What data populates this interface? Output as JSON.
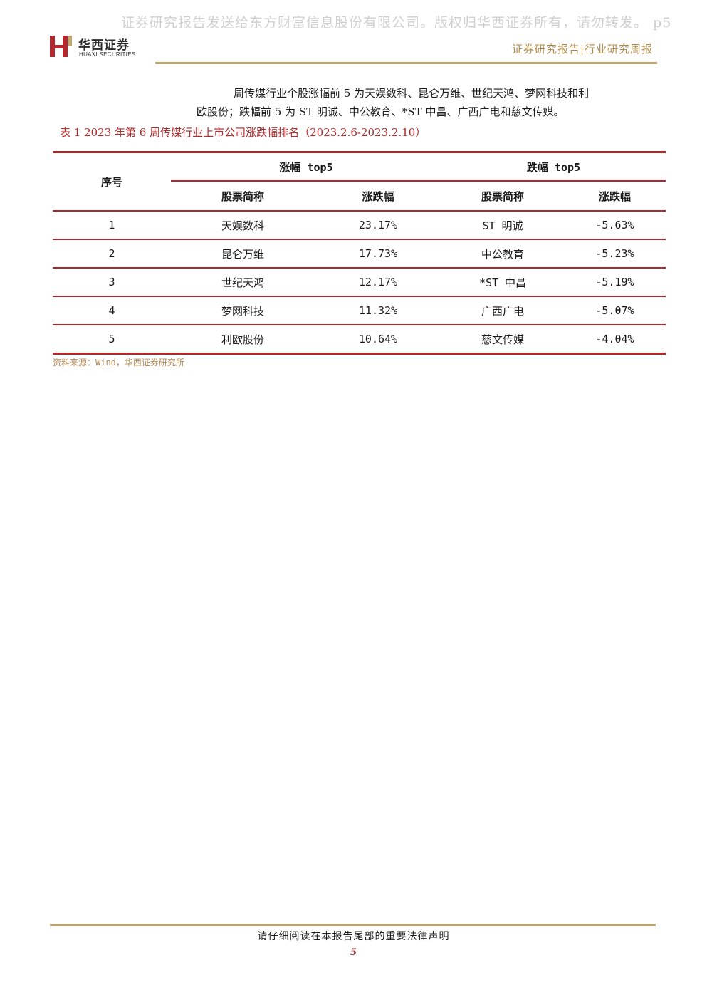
{
  "watermark": "证券研究报告发送给东方财富信息股份有限公司。版权归华西证券所有，请勿转发。 p5",
  "header": {
    "logo_cn": "华西证券",
    "logo_en": "HUAXI SECURITIES",
    "doc_type": "证券研究报告|行业研究周报",
    "accent_color": "#c2a36a"
  },
  "intro": {
    "line1": "周传媒行业个股涨幅前 5 为天娱数科、昆仑万维、世纪天鸿、梦网科技和利",
    "line2": "欧股份；跌幅前 5 为 ST 明诚、中公教育、*ST 中昌、广西广电和慈文传媒。"
  },
  "table": {
    "caption": "表 1 2023 年第 6 周传媒行业上市公司涨跌幅排名（2023.2.6-2023.2.10）",
    "seq_header": "序号",
    "gain_group": "涨幅 top5",
    "loss_group": "跌幅 top5",
    "col_name": "股票简称",
    "col_change": "涨跌幅",
    "rows": [
      {
        "seq": "1",
        "gain_name": "天娱数科",
        "gain_change": "23.17%",
        "loss_name": "ST 明诚",
        "loss_change": "-5.63%"
      },
      {
        "seq": "2",
        "gain_name": "昆仑万维",
        "gain_change": "17.73%",
        "loss_name": "中公教育",
        "loss_change": "-5.23%"
      },
      {
        "seq": "3",
        "gain_name": "世纪天鸿",
        "gain_change": "12.17%",
        "loss_name": "*ST 中昌",
        "loss_change": "-5.19%"
      },
      {
        "seq": "4",
        "gain_name": "梦网科技",
        "gain_change": "11.32%",
        "loss_name": "广西广电",
        "loss_change": "-5.07%"
      },
      {
        "seq": "5",
        "gain_name": "利欧股份",
        "gain_change": "10.64%",
        "loss_name": "慈文传媒",
        "loss_change": "-4.04%"
      }
    ],
    "border_color": "#b2282b",
    "source": "资料来源：Wind，华西证券研究所"
  },
  "footer": {
    "notice": "请仔细阅读在本报告尾部的重要法律声明",
    "page_number": "5"
  }
}
